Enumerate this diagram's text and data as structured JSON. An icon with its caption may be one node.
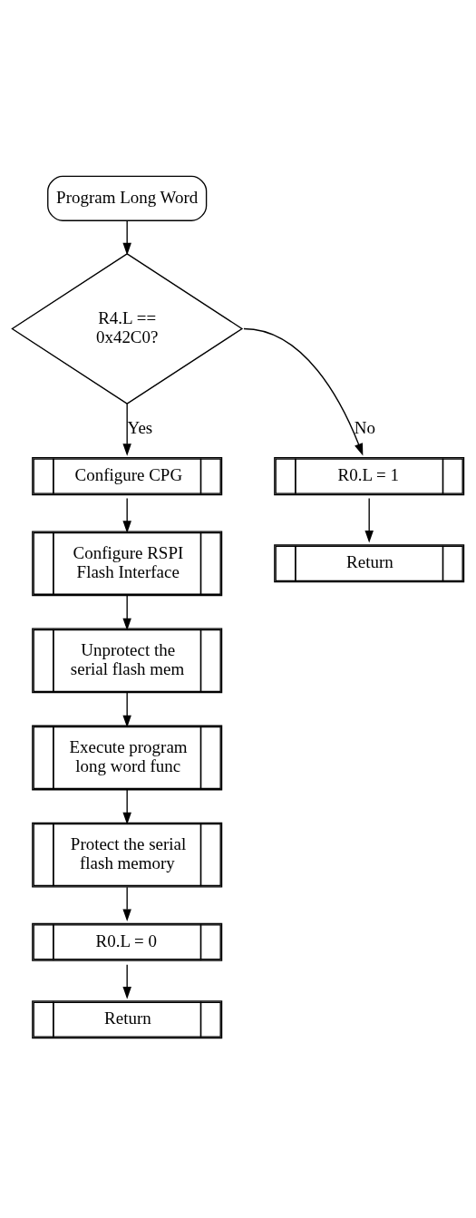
{
  "diagram": {
    "nodes": [
      {
        "text": [
          "Program Long Word"
        ]
      },
      {
        "text": [
          "R4.L == 0x42C0?"
        ]
      },
      {
        "text": [
          "R0.L = 1"
        ]
      },
      {
        "text": [
          "Return"
        ]
      },
      {
        "text": [
          "Configure CPG"
        ]
      },
      {
        "text": [
          "Configure RSPI Flash Interface"
        ]
      },
      {
        "text": [
          "Unprotect the serial flash mem"
        ]
      },
      {
        "text": [
          "Execute program long word func"
        ]
      },
      {
        "text": [
          "Protect the serial flash memory"
        ]
      },
      {
        "text": [
          "R0.L = 0"
        ]
      },
      {
        "text": [
          "Return"
        ]
      }
    ],
    "edges": [
      {
        "from": 0,
        "to": 1,
        "arrow": "to"
      },
      {
        "from": 1,
        "to": 2,
        "arrow": "to",
        "label": "No"
      },
      {
        "from": 2,
        "to": 3,
        "arrow": "to"
      },
      {
        "from": 1,
        "to": 4,
        "arrow": "to",
        "label": "Yes"
      },
      {
        "from": 4,
        "to": 5,
        "arrow": "to"
      },
      {
        "from": 5,
        "to": 6,
        "arrow": "to"
      },
      {
        "from": 6,
        "to": 7,
        "arrow": "to"
      },
      {
        "from": 7,
        "to": 8,
        "arrow": "to"
      },
      {
        "from": 8,
        "to": 9,
        "arrow": "to"
      },
      {
        "from": 9,
        "to": 10,
        "arrow": "to"
      }
    ]
  }
}
